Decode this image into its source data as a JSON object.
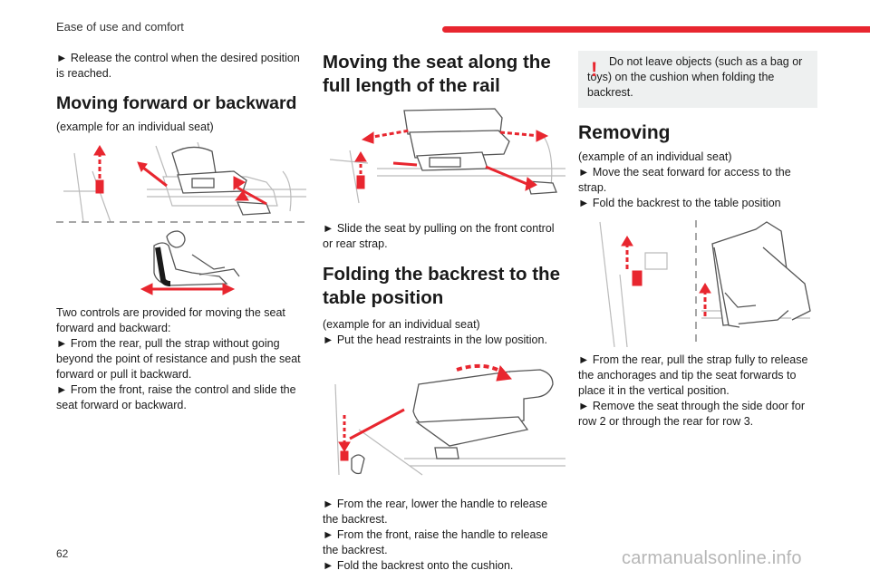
{
  "header": {
    "section_title": "Ease of use and comfort",
    "accent_color": "#e8262f"
  },
  "col1": {
    "intro": "► Release the control when the desired position is reached.",
    "heading": "Moving forward or backward",
    "caption": "(example for an individual seat)",
    "body": [
      "Two controls are provided for moving the seat forward and backward:",
      "► From the rear, pull the strap without going beyond the point of resistance and push the seat forward or pull it backward.",
      "► From the front, raise the control and slide the seat forward or backward."
    ]
  },
  "col2": {
    "heading": "Moving the seat along the full length of the rail",
    "step": "► Slide the seat by pulling on the front control or rear strap.",
    "heading2": "Folding the backrest to the table position",
    "caption2": "(example for an individual seat)",
    "step2": "► Put the head restraints in the low position.",
    "steps3": [
      "► From the rear, lower the handle to release the backrest.",
      "► From the front, raise the handle to release the backrest.",
      "► Fold the backrest onto the cushion."
    ]
  },
  "col3": {
    "warning": "Do not leave objects (such as a bag or toys) on the cushion when folding the backrest.",
    "warning_icon": "exclamation-icon",
    "heading": "Removing",
    "lines": [
      "(example of an individual seat)",
      "► Move the seat forward for access to the strap.",
      "► Fold the backrest to the table position"
    ],
    "steps": [
      "► From the rear, pull the strap fully to release the anchorages and tip the seat forwards to place it in the vertical position.",
      "► Remove the seat through the side door for row 2 or through the rear for row 3."
    ]
  },
  "footer": {
    "page_number": "62",
    "watermark": "carmanualsonline.info"
  }
}
